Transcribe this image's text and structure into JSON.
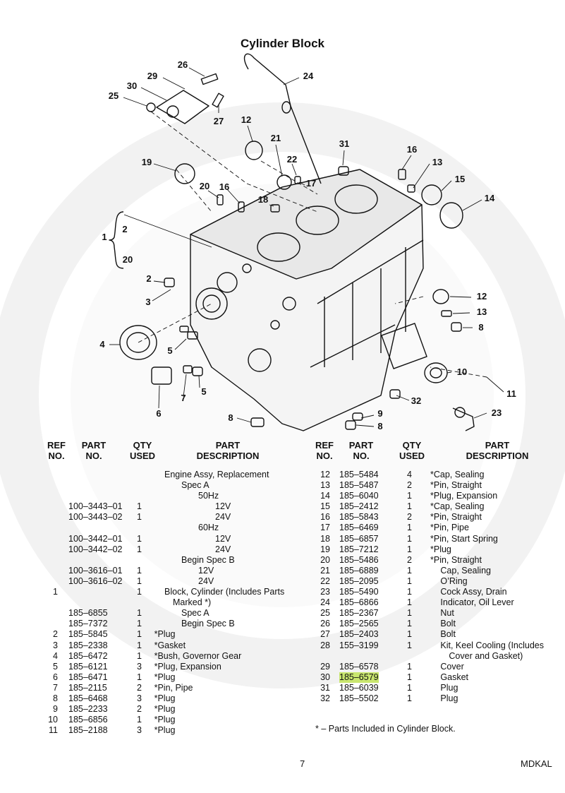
{
  "title": "Cylinder Block",
  "headers": {
    "ref": [
      "REF",
      "NO."
    ],
    "part": [
      "PART",
      "NO."
    ],
    "qty": [
      "QTY",
      "USED"
    ],
    "desc": [
      "PART",
      "DESCRIPTION"
    ]
  },
  "left_rows": [
    {
      "ref": "",
      "part": "",
      "qty": "",
      "desc": "Engine Assy, Replacement",
      "indent": 0
    },
    {
      "ref": "",
      "part": "",
      "qty": "",
      "desc": "Spec A",
      "indent": 1
    },
    {
      "ref": "",
      "part": "",
      "qty": "",
      "desc": "50Hz",
      "indent": 2
    },
    {
      "ref": "",
      "part": "100–3443–01",
      "qty": "1",
      "desc": "12V",
      "indent": 3
    },
    {
      "ref": "",
      "part": "100–3443–02",
      "qty": "1",
      "desc": "24V",
      "indent": 3
    },
    {
      "ref": "",
      "part": "",
      "qty": "",
      "desc": "60Hz",
      "indent": 2
    },
    {
      "ref": "",
      "part": "100–3442–01",
      "qty": "1",
      "desc": "12V",
      "indent": 3
    },
    {
      "ref": "",
      "part": "100–3442–02",
      "qty": "1",
      "desc": "24V",
      "indent": 3
    },
    {
      "ref": "",
      "part": "",
      "qty": "",
      "desc": "Begin Spec B",
      "indent": 1
    },
    {
      "ref": "",
      "part": "100–3616–01",
      "qty": "1",
      "desc": "12V",
      "indent": 2
    },
    {
      "ref": "",
      "part": "100–3616–02",
      "qty": "1",
      "desc": "24V",
      "indent": 2
    },
    {
      "ref": "1",
      "part": "",
      "qty": "1",
      "desc": "Block, Cylinder (Includes Parts",
      "indent": 0
    },
    {
      "ref": "",
      "part": "",
      "qty": "",
      "desc": "Marked *)",
      "indent": 0.5
    },
    {
      "ref": "",
      "part": "185–6855",
      "qty": "1",
      "desc": "Spec A",
      "indent": 1
    },
    {
      "ref": "",
      "part": "185–7372",
      "qty": "1",
      "desc": "Begin Spec B",
      "indent": 1
    },
    {
      "ref": "2",
      "part": "185–5845",
      "qty": "1",
      "desc": "*Plug",
      "indent": -0.6
    },
    {
      "ref": "3",
      "part": "185–2338",
      "qty": "1",
      "desc": "*Gasket",
      "indent": -0.6
    },
    {
      "ref": "4",
      "part": "185–6472",
      "qty": "1",
      "desc": "*Bush, Governor Gear",
      "indent": -0.6
    },
    {
      "ref": "5",
      "part": "185–6121",
      "qty": "3",
      "desc": "*Plug, Expansion",
      "indent": -0.6
    },
    {
      "ref": "6",
      "part": "185–6471",
      "qty": "1",
      "desc": "*Plug",
      "indent": -0.6
    },
    {
      "ref": "7",
      "part": "185–2115",
      "qty": "2",
      "desc": "*Pin, Pipe",
      "indent": -0.6
    },
    {
      "ref": "8",
      "part": "185–6468",
      "qty": "3",
      "desc": "*Plug",
      "indent": -0.6
    },
    {
      "ref": "9",
      "part": "185–2233",
      "qty": "2",
      "desc": "*Plug",
      "indent": -0.6
    },
    {
      "ref": "10",
      "part": "185–6856",
      "qty": "1",
      "desc": "*Plug",
      "indent": -0.6
    },
    {
      "ref": "11",
      "part": "185–2188",
      "qty": "3",
      "desc": "*Plug",
      "indent": -0.6
    }
  ],
  "right_rows": [
    {
      "ref": "12",
      "part": "185–5484",
      "qty": "4",
      "desc": "*Cap, Sealing",
      "indent": 0
    },
    {
      "ref": "13",
      "part": "185–5487",
      "qty": "2",
      "desc": "*Pin, Straight",
      "indent": 0
    },
    {
      "ref": "14",
      "part": "185–6040",
      "qty": "1",
      "desc": "*Plug, Expansion",
      "indent": 0
    },
    {
      "ref": "15",
      "part": "185–2412",
      "qty": "1",
      "desc": "*Cap, Sealing",
      "indent": 0
    },
    {
      "ref": "16",
      "part": "185–5843",
      "qty": "2",
      "desc": "*Pin, Straight",
      "indent": 0
    },
    {
      "ref": "17",
      "part": "185–6469",
      "qty": "1",
      "desc": "*Pin, Pipe",
      "indent": 0
    },
    {
      "ref": "18",
      "part": "185–6857",
      "qty": "1",
      "desc": "*Pin, Start Spring",
      "indent": 0
    },
    {
      "ref": "19",
      "part": "185–7212",
      "qty": "1",
      "desc": "*Plug",
      "indent": 0
    },
    {
      "ref": "20",
      "part": "185–5486",
      "qty": "2",
      "desc": "*Pin, Straight",
      "indent": 0
    },
    {
      "ref": "21",
      "part": "185–6889",
      "qty": "1",
      "desc": "Cap, Sealing",
      "indent": 0.6
    },
    {
      "ref": "22",
      "part": "185–2095",
      "qty": "1",
      "desc": "O’Ring",
      "indent": 0.6
    },
    {
      "ref": "23",
      "part": "185–5490",
      "qty": "1",
      "desc": "Cock Assy, Drain",
      "indent": 0.6
    },
    {
      "ref": "24",
      "part": "185–6866",
      "qty": "1",
      "desc": "Indicator, Oil Lever",
      "indent": 0.6
    },
    {
      "ref": "25",
      "part": "185–2367",
      "qty": "1",
      "desc": "Nut",
      "indent": 0.6
    },
    {
      "ref": "26",
      "part": "185–2565",
      "qty": "1",
      "desc": "Bolt",
      "indent": 0.6
    },
    {
      "ref": "27",
      "part": "185–2403",
      "qty": "1",
      "desc": "Bolt",
      "indent": 0.6
    },
    {
      "ref": "28",
      "part": "155–3199",
      "qty": "1",
      "desc": "Kit, Keel Cooling (Includes",
      "indent": 0.6
    },
    {
      "ref": "",
      "part": "",
      "qty": "",
      "desc": "Cover and Gasket)",
      "indent": 1.1
    },
    {
      "ref": "29",
      "part": "185–6578",
      "qty": "1",
      "desc": "Cover",
      "indent": 0.6
    },
    {
      "ref": "30",
      "part": "185–6579",
      "qty": "1",
      "desc": "Gasket",
      "indent": 0.6,
      "highlight": true
    },
    {
      "ref": "31",
      "part": "185–6039",
      "qty": "1",
      "desc": "Plug",
      "indent": 0.6
    },
    {
      "ref": "32",
      "part": "185–5502",
      "qty": "1",
      "desc": "Plug",
      "indent": 0.6
    }
  ],
  "footnote": "*  –  Parts Included in Cylinder Block.",
  "page_number": "7",
  "page_code": "MDKAL",
  "callouts": [
    "26",
    "24",
    "29",
    "30",
    "25",
    "27",
    "12",
    "21",
    "31",
    "16",
    "13",
    "22",
    "17",
    "19",
    "15",
    "20",
    "16",
    "18",
    "14",
    "1",
    "2",
    "20",
    "2",
    "3",
    "12",
    "13",
    "8",
    "4",
    "5",
    "10",
    "5",
    "6",
    "7",
    "11",
    "32",
    "23",
    "9",
    "8",
    "8"
  ]
}
